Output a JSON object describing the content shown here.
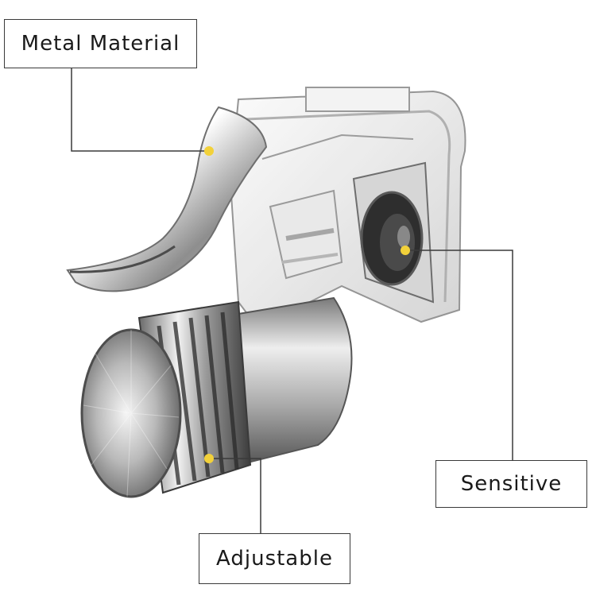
{
  "callouts": {
    "metal_material": "Metal Material",
    "sensitive": "Sensitive",
    "adjustable": "Adjustable"
  },
  "colors": {
    "marker": "#f2d13a",
    "line": "#3a3a3a"
  }
}
